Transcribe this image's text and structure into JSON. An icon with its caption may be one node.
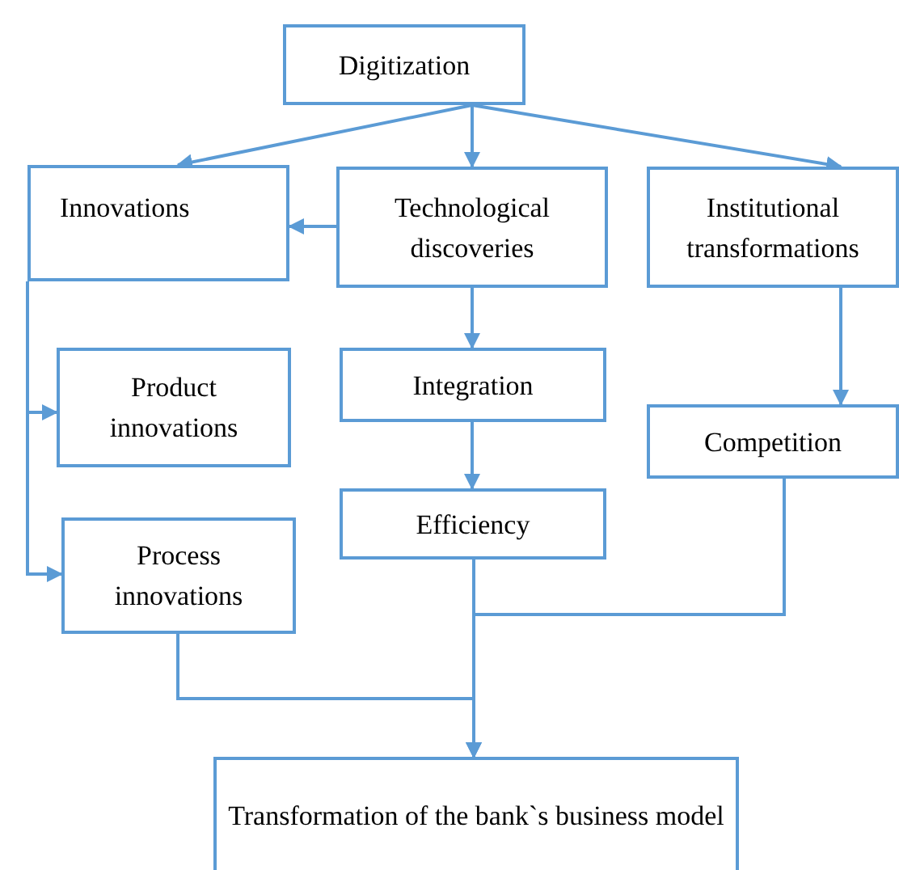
{
  "diagram": {
    "nodes": [
      {
        "text": [
          "Digitization"
        ]
      },
      {
        "text": [
          "Innovations"
        ]
      },
      {
        "text": [
          "Technological discoveries"
        ]
      },
      {
        "text": [
          "Institutional transformations"
        ]
      },
      {
        "text": [
          "Product innovations"
        ]
      },
      {
        "text": [
          "Integration"
        ]
      },
      {
        "text": [
          "Competition"
        ]
      },
      {
        "text": [
          "Process innovations"
        ]
      },
      {
        "text": [
          "Efficiency"
        ]
      },
      {
        "text": [
          "Transformation of the bank`s business model"
        ]
      }
    ],
    "edges": [
      {
        "from": 0,
        "to": 1,
        "arrow": "to"
      },
      {
        "from": 0,
        "to": 2,
        "arrow": "to"
      },
      {
        "from": 0,
        "to": 3,
        "arrow": "to"
      },
      {
        "from": 2,
        "to": 1,
        "arrow": "to"
      },
      {
        "from": 1,
        "to": 4,
        "arrow": "to"
      },
      {
        "from": 1,
        "to": 7,
        "arrow": "to"
      },
      {
        "from": 2,
        "to": 5,
        "arrow": "to"
      },
      {
        "from": 5,
        "to": 8,
        "arrow": "to"
      },
      {
        "from": 3,
        "to": 6,
        "arrow": "to"
      },
      {
        "from": 8,
        "to": 9,
        "arrow": "to"
      },
      {
        "from": 6,
        "to": 9,
        "arrow": "to"
      },
      {
        "from": 7,
        "to": 9,
        "arrow": "to"
      }
    ]
  }
}
